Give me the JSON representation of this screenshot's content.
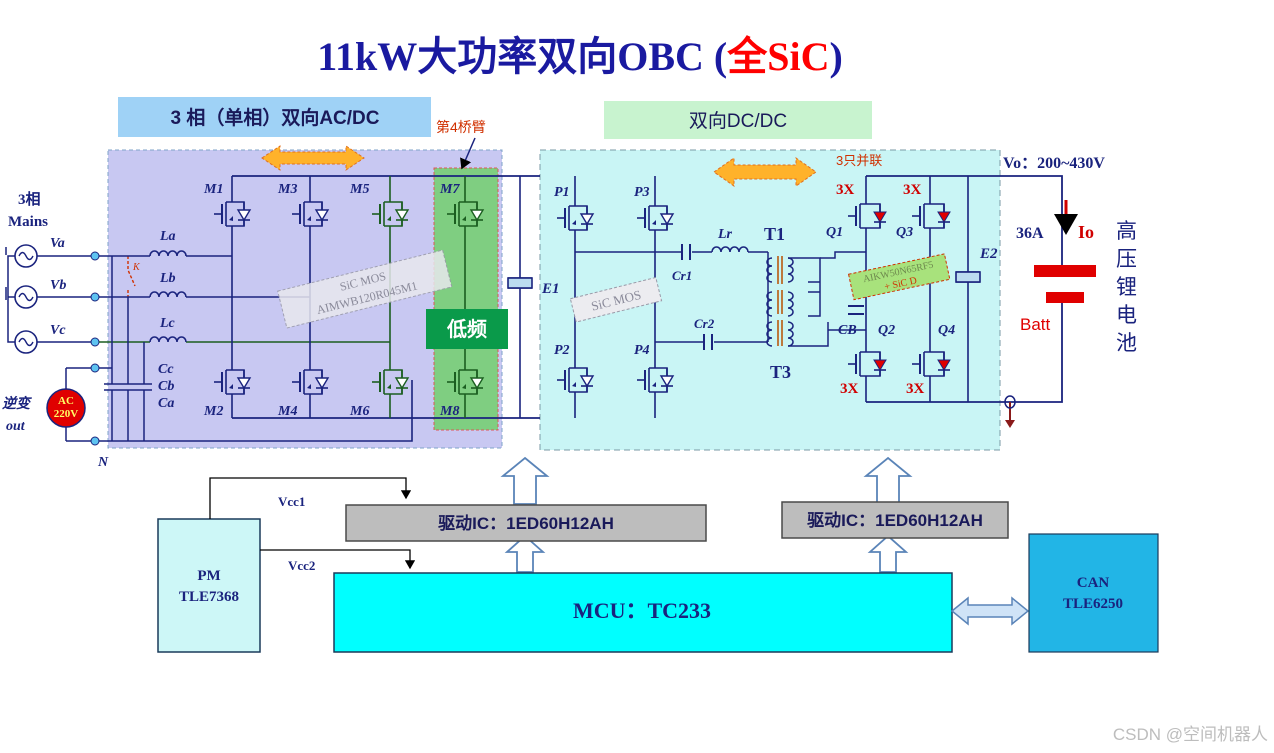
{
  "title": {
    "part1": "11kW大功率双向OBC (",
    "part2": "全SiC",
    "part3": ")"
  },
  "colors": {
    "title_blue": "#1a1aa0",
    "accent_red": "#ff0000",
    "wire_blue": "#1a237e",
    "wire_green": "#1b5e20",
    "acdc_fill": "#c8c8f2",
    "dcdc_fill": "#c9f5f5",
    "leg4_green": "#7ccf7c",
    "mcu_cyan": "#00ffff",
    "can_blue": "#22b5e6",
    "pm_fill": "#cdf7f7",
    "driver_gray": "#bdbdbd",
    "arrow_orange": "#ffb22a",
    "battery_red": "#e00000",
    "low_badge": "#0a9a4a"
  },
  "labels": {
    "acdc_header": "3 相（单相）双向AC/DC",
    "dcdc_header": "双向DC/DC",
    "leg4": "第4桥臂",
    "parallel3": "3只并联",
    "vo": "Vo：200~430V",
    "mains": [
      "3相",
      "Mains"
    ],
    "va": "Va",
    "vb": "Vb",
    "vc": "Vc",
    "la": "La",
    "lb": "Lb",
    "lc": "Lc",
    "cc": "Cc",
    "cb": "Cb",
    "ca": "Ca",
    "k": "K",
    "n": "N",
    "inverter": [
      "逆变",
      "out"
    ],
    "ac220": [
      "AC",
      "220V"
    ],
    "m1": "M1",
    "m2": "M2",
    "m3": "M3",
    "m4": "M4",
    "m5": "M5",
    "m6": "M6",
    "m7": "M7",
    "m8": "M8",
    "sic_mos_1": [
      "SiC MOS",
      "AIMWB120R045M1"
    ],
    "low_freq": "低频",
    "e1": "E1",
    "sic_mos_2": "SiC MOS",
    "p1": "P1",
    "p2": "P2",
    "p3": "P3",
    "p4": "P4",
    "cr1": "Cr1",
    "cr2": "Cr2",
    "lr": "Lr",
    "t1": "T1",
    "t3": "T3",
    "q1": "Q1",
    "q2": "Q2",
    "q3": "Q3",
    "q4": "Q4",
    "cb2": "CB",
    "x3": "3X",
    "diode_part": [
      "AIKW50N65RF5",
      "+ SiC D"
    ],
    "e2": "E2",
    "i36": "36A",
    "io": "Io",
    "batt": "Batt",
    "hv_battery": [
      "高",
      "压",
      "锂",
      "电",
      "池"
    ],
    "vcc1": "Vcc1",
    "vcc2": "Vcc2",
    "pm": [
      "PM",
      "TLE7368"
    ],
    "driver_left": "驱动IC：1ED60H12AH",
    "driver_right": "驱动IC：1ED60H12AH",
    "mcu": "MCU：TC233",
    "can": [
      "CAN",
      "TLE6250"
    ]
  },
  "watermark": "CSDN @空间机器人"
}
